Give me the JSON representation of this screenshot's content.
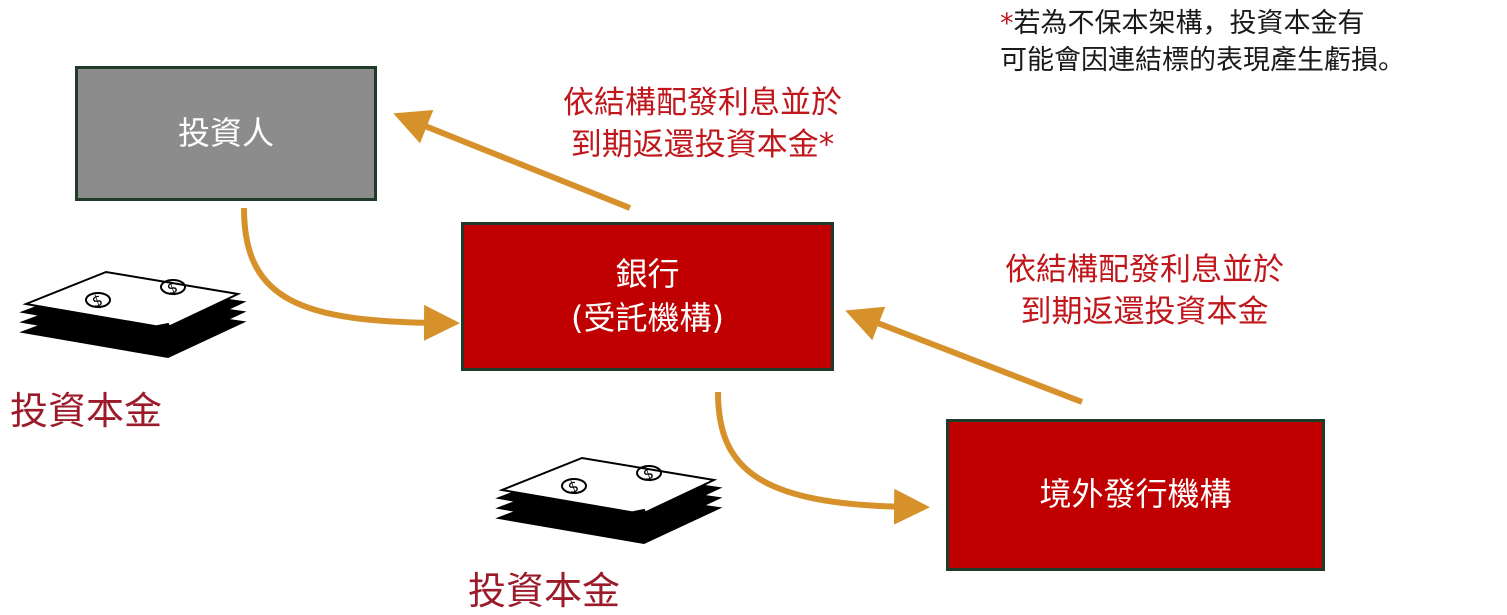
{
  "nodes": {
    "investor": "投資人",
    "bank_line1": "銀行",
    "bank_line2": "(受託機構)",
    "issuer": "境外發行機構"
  },
  "labels": {
    "bank_to_investor_line1": "依結構配發利息並於",
    "bank_to_investor_line2": "到期返還投資本金*",
    "issuer_to_bank_line1": "依結構配發利息並於",
    "issuer_to_bank_line2": "到期返還投資本金",
    "principal_1": "投資本金",
    "principal_2": "投資本金"
  },
  "note": {
    "asterisk": "*",
    "line1": "若為不保本架構，投資本金有",
    "line2": "可能會因連結標的表現產生虧損。"
  },
  "colors": {
    "arrow": "#d6912a",
    "box_red": "#c00000",
    "box_gray": "#8c8c8c",
    "label_red": "#c0171c"
  },
  "icons": [
    "money-stack-icon",
    "money-stack-icon"
  ]
}
